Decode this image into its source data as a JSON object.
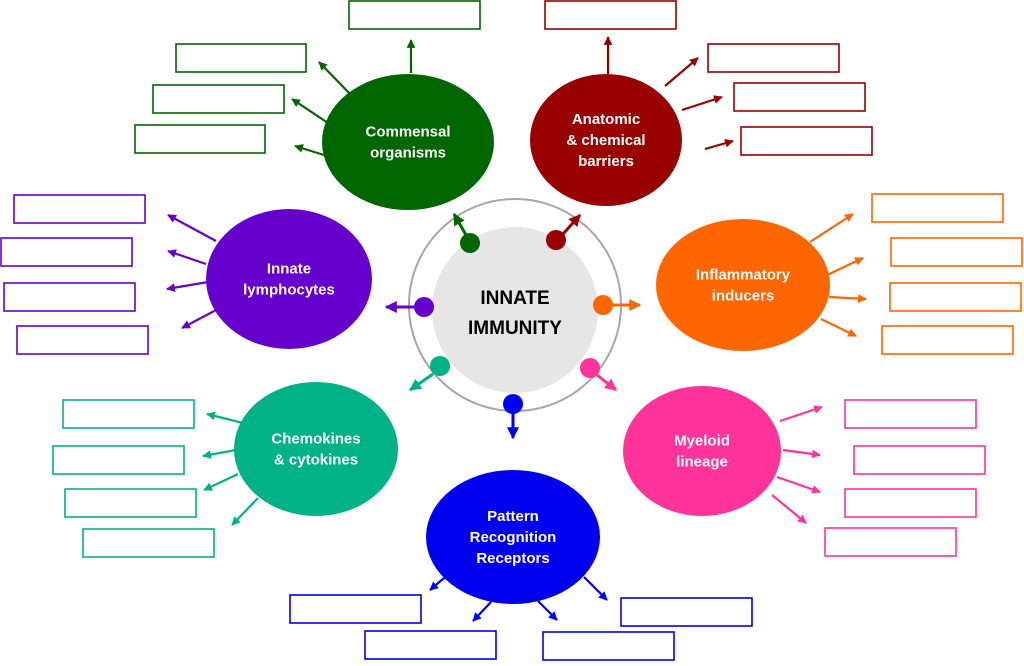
{
  "center": {
    "lines": [
      "INNATE",
      "IMMUNITY"
    ],
    "fill": "#e6e6e6",
    "ring_color": "#a6a6a6"
  },
  "nodes": [
    {
      "id": "commensal",
      "lines": [
        "Commensal",
        "organisms"
      ],
      "color": "#006600",
      "blank_boxes": 4
    },
    {
      "id": "anatomic",
      "lines": [
        "Anatomic",
        "& chemical",
        "barriers"
      ],
      "color": "#990000",
      "blank_boxes": 4
    },
    {
      "id": "inflammatory",
      "lines": [
        "Inflammatory",
        "inducers"
      ],
      "color": "#ff6600",
      "blank_boxes": 4
    },
    {
      "id": "myeloid",
      "lines": [
        "Myeloid",
        "lineage"
      ],
      "color": "#ff3399",
      "blank_boxes": 4
    },
    {
      "id": "prr",
      "lines": [
        "Pattern",
        "Recognition",
        "Receptors"
      ],
      "color": "#0000ee",
      "blank_boxes": 4
    },
    {
      "id": "chemokines",
      "lines": [
        "Chemokines",
        "& cytokines"
      ],
      "color": "#00b386",
      "blank_boxes": 4
    },
    {
      "id": "lymphocytes",
      "lines": [
        "Innate",
        "lymphocytes"
      ],
      "color": "#6600cc",
      "blank_boxes": 4
    }
  ]
}
